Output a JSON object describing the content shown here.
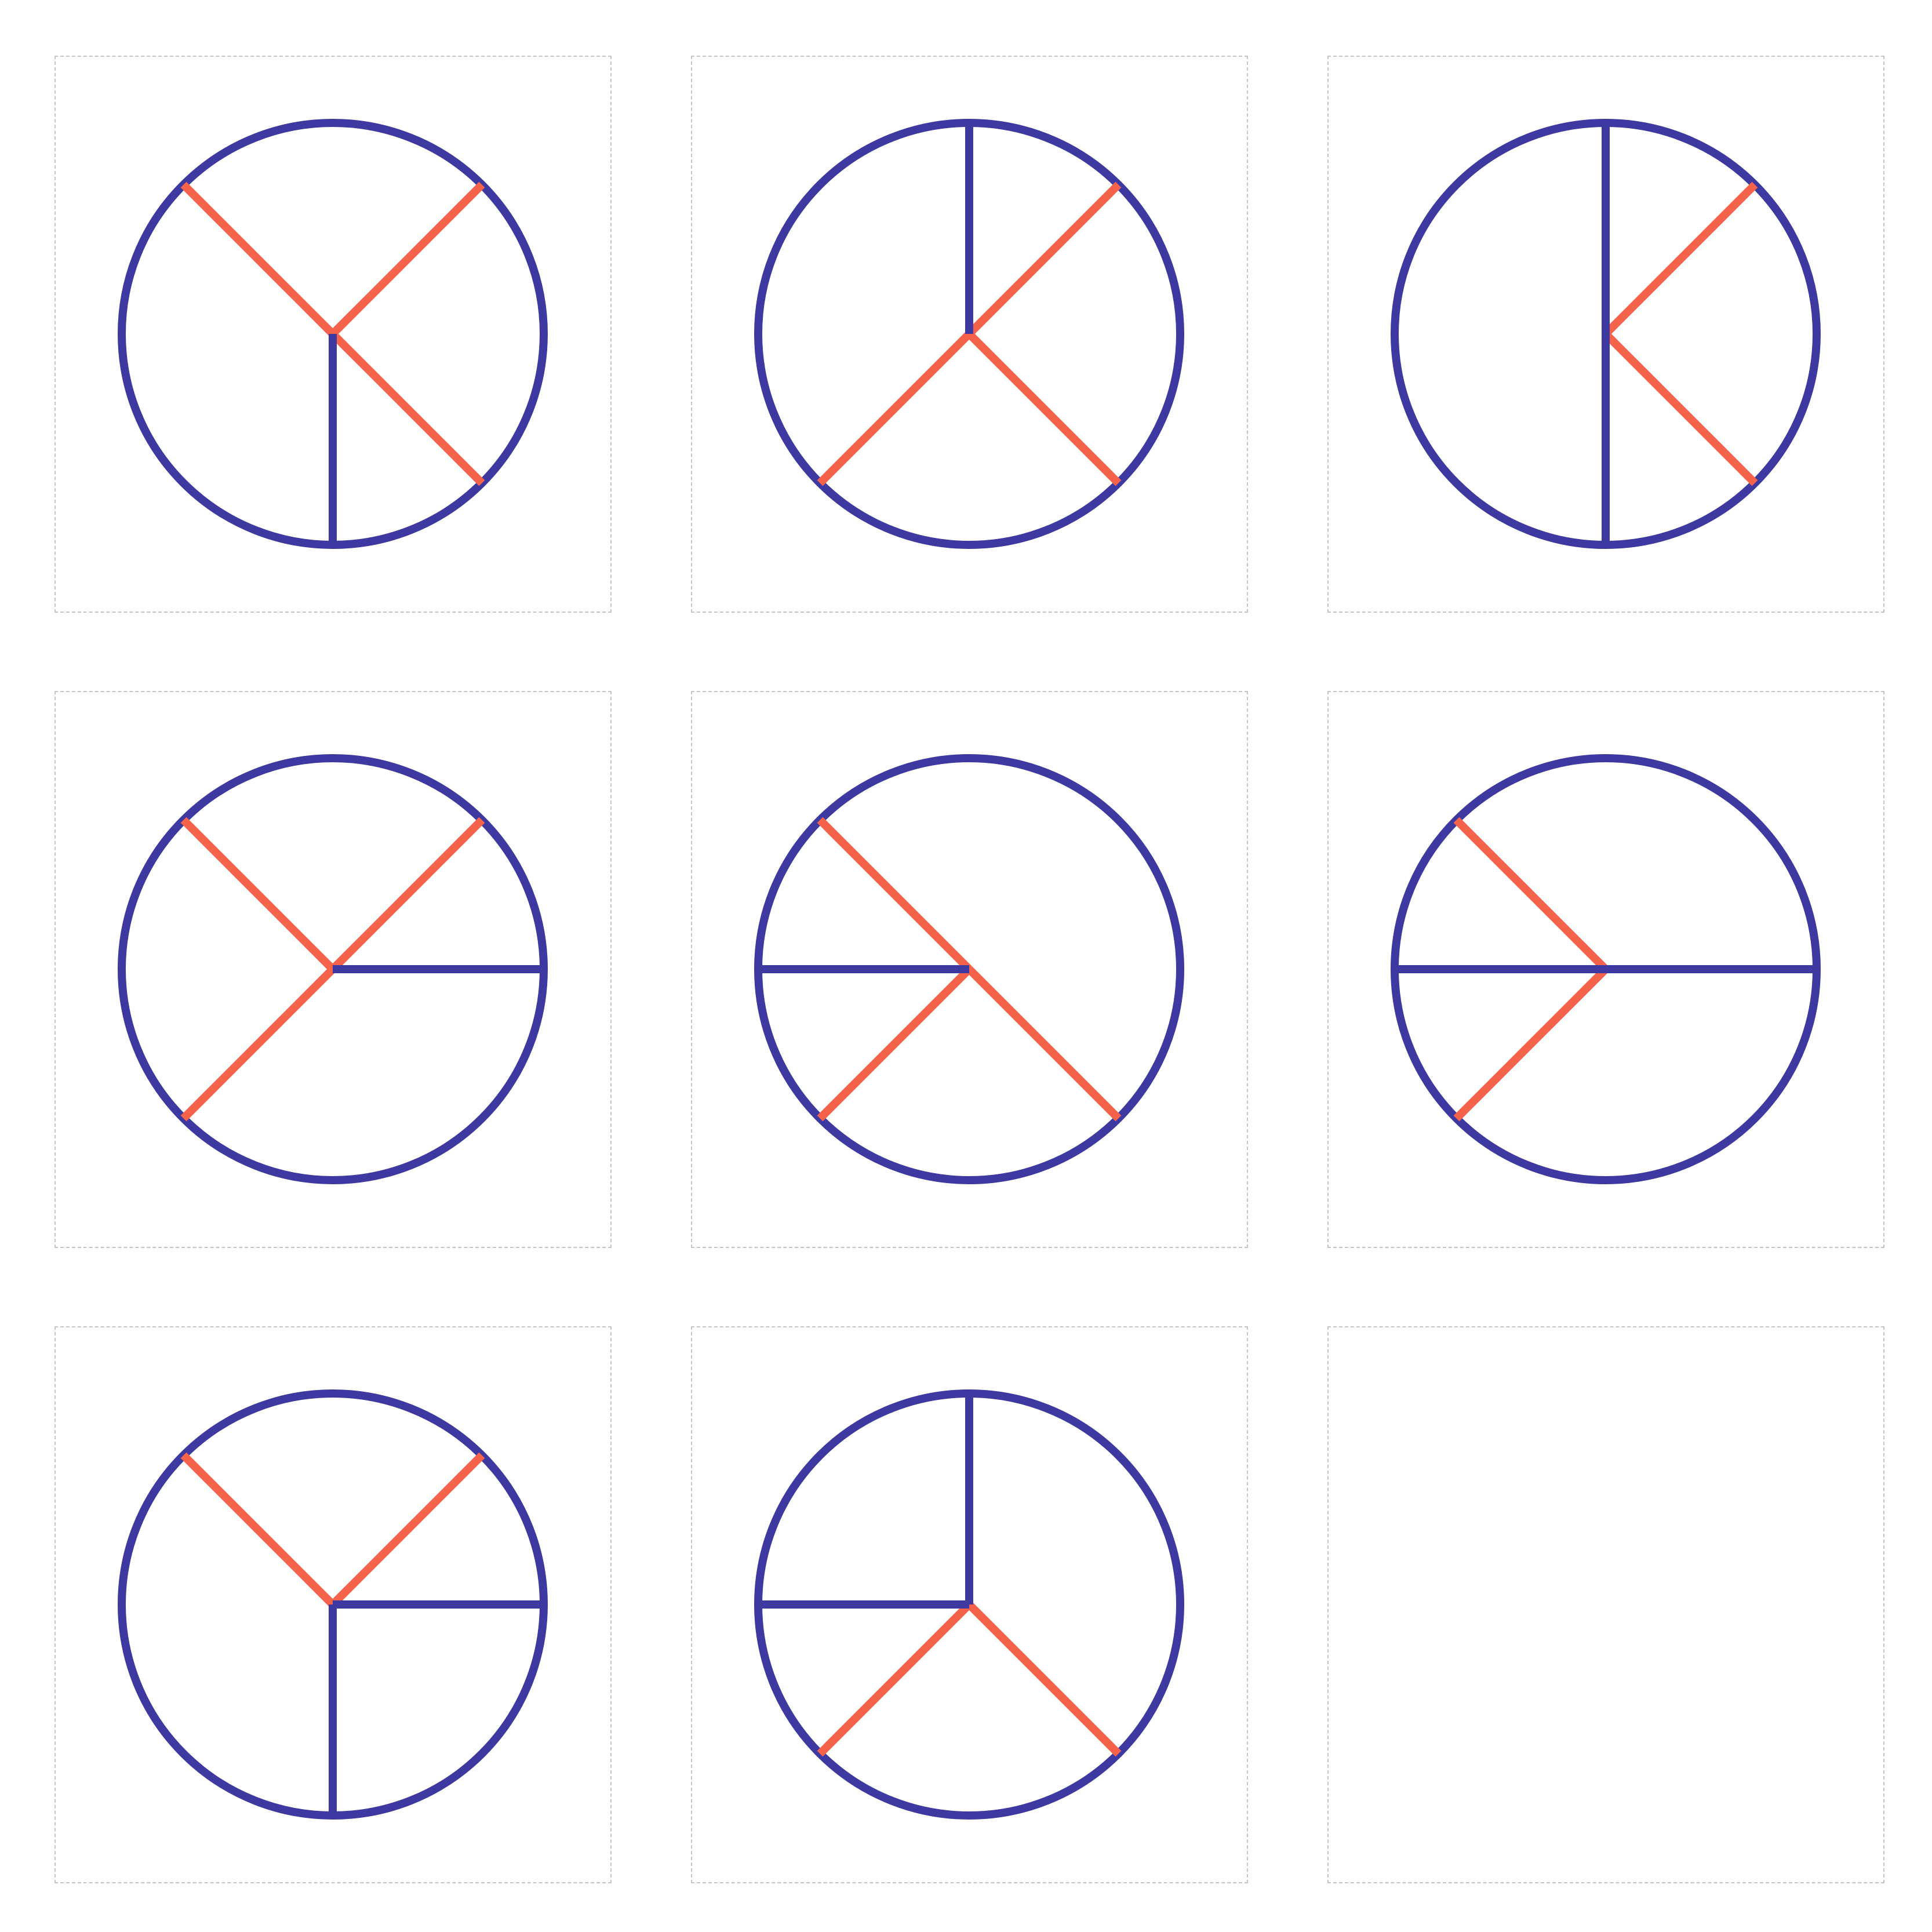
{
  "colors": {
    "circle": "#3d39a0",
    "blue_line": "#3d39a0",
    "orange_line": "#f5634a",
    "cell_border": "#c4c4c4",
    "background": "#ffffff"
  },
  "panels": [
    {
      "id": "panel-1",
      "segments": [
        {
          "color": "orange",
          "angle_deg": 135
        },
        {
          "color": "orange",
          "angle_deg": 45
        },
        {
          "color": "orange",
          "angle_deg": -45
        },
        {
          "color": "blue",
          "angle_deg": -90
        }
      ]
    },
    {
      "id": "panel-2",
      "segments": [
        {
          "color": "blue",
          "angle_deg": 90
        },
        {
          "color": "orange",
          "angle_deg": 45
        },
        {
          "color": "orange",
          "angle_deg": -135
        },
        {
          "color": "orange",
          "angle_deg": -45
        }
      ]
    },
    {
      "id": "panel-3",
      "segments": [
        {
          "color": "blue",
          "angle_deg": 90
        },
        {
          "color": "blue",
          "angle_deg": -90
        },
        {
          "color": "orange",
          "angle_deg": 45
        },
        {
          "color": "orange",
          "angle_deg": -45
        }
      ]
    },
    {
      "id": "panel-4",
      "segments": [
        {
          "color": "orange",
          "angle_deg": 135
        },
        {
          "color": "orange",
          "angle_deg": 45
        },
        {
          "color": "orange",
          "angle_deg": -135
        },
        {
          "color": "blue",
          "angle_deg": 0
        }
      ]
    },
    {
      "id": "panel-5",
      "segments": [
        {
          "color": "orange",
          "angle_deg": 135
        },
        {
          "color": "orange",
          "angle_deg": -45
        },
        {
          "color": "orange",
          "angle_deg": -135
        },
        {
          "color": "blue",
          "angle_deg": 180
        }
      ]
    },
    {
      "id": "panel-6",
      "segments": [
        {
          "color": "blue",
          "angle_deg": 180
        },
        {
          "color": "blue",
          "angle_deg": 0
        },
        {
          "color": "orange",
          "angle_deg": 135
        },
        {
          "color": "orange",
          "angle_deg": -135
        }
      ]
    },
    {
      "id": "panel-7",
      "segments": [
        {
          "color": "orange",
          "angle_deg": 135
        },
        {
          "color": "orange",
          "angle_deg": 45
        },
        {
          "color": "blue",
          "angle_deg": 0
        },
        {
          "color": "blue",
          "angle_deg": -90
        }
      ]
    },
    {
      "id": "panel-8",
      "segments": [
        {
          "color": "blue",
          "angle_deg": 90
        },
        {
          "color": "blue",
          "angle_deg": 180
        },
        {
          "color": "orange",
          "angle_deg": -135
        },
        {
          "color": "orange",
          "angle_deg": -45
        }
      ]
    },
    {
      "id": "panel-9",
      "segments": []
    }
  ]
}
